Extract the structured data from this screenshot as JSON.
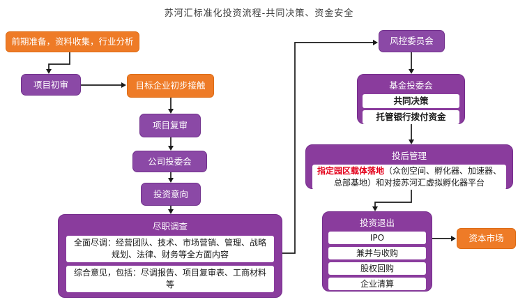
{
  "title": "苏河汇标准化投资流程-共同决策、资金安全",
  "nodes": {
    "prep": "前期准备，资料收集，行业分析",
    "initial_review": "项目初审",
    "target_contact": "目标企业初步接触",
    "re_review": "项目复审",
    "company_invest_committee": "公司投委会",
    "invest_intention": "投资意向",
    "risk_committee": "风控委员会",
    "capital_market": "资本市场"
  },
  "due_diligence": {
    "title": "尽职调查",
    "full_scope": "全面尽调：经营团队、技术、市场营销、管理、战略规划、法律、财务等全方面内容",
    "summary": "综合意见，包括：尽调报告、项目复审表、工商材料等"
  },
  "fund_committee": {
    "title": "基金投委会",
    "joint_decision": "共同决策",
    "custodian_bank": "托管银行拨付资金"
  },
  "post_investment": {
    "title": "投后管理",
    "highlight": "指定园区载体落地",
    "detail": "（众创空间、孵化器、加速器、总部基地）和对接苏河汇虚拟孵化器平台"
  },
  "exit": {
    "title": "投资退出",
    "options": [
      "IPO",
      "兼并与收购",
      "股权回购",
      "企业清算"
    ]
  },
  "colors": {
    "orange": "#EE7B27",
    "purple": "#8B49A6",
    "panel_purple": "#8A3C9D",
    "red_text": "#E3001B",
    "arrow": "#1A1A1A"
  }
}
